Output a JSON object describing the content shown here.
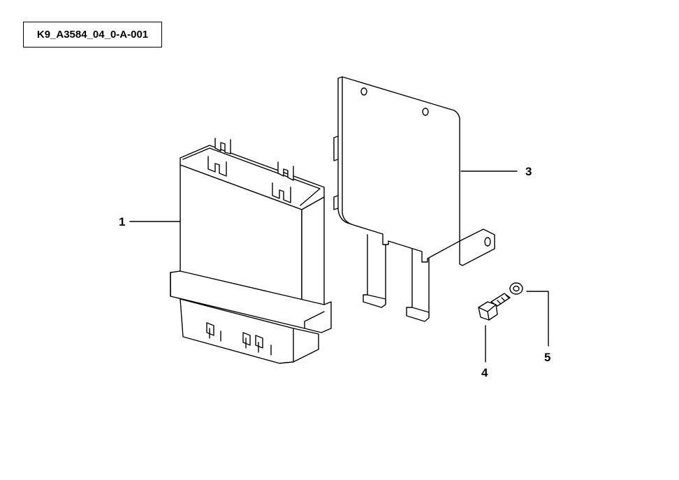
{
  "drawing_id": "K9_A3584_04_0-A-001",
  "callouts": {
    "c1": "1",
    "c3": "3",
    "c4": "4",
    "c5": "5"
  },
  "parts": {
    "p1": "control-module",
    "p3": "mounting-bracket",
    "p4": "hex-bolt",
    "p5": "washer"
  }
}
